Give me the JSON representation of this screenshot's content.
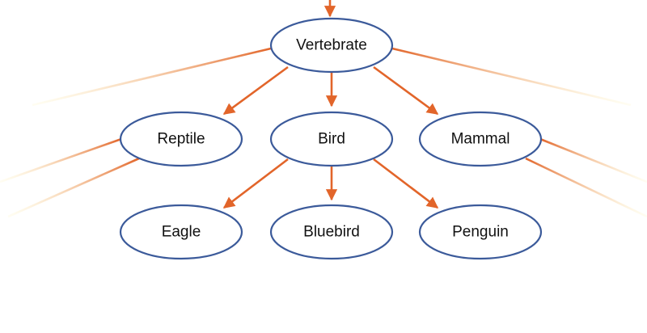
{
  "diagram": {
    "type": "tree",
    "colors": {
      "node_stroke": "#3b5a9a",
      "node_fill": "#ffffff",
      "edge": "#e2652a",
      "fade_end": "#fff6c0"
    },
    "nodes": {
      "vertebrate": {
        "label": "Vertebrate"
      },
      "reptile": {
        "label": "Reptile"
      },
      "bird": {
        "label": "Bird"
      },
      "mammal": {
        "label": "Mammal"
      },
      "eagle": {
        "label": "Eagle"
      },
      "bluebird": {
        "label": "Bluebird"
      },
      "penguin": {
        "label": "Penguin"
      }
    },
    "edges": [
      {
        "from": "vertebrate",
        "to": "reptile"
      },
      {
        "from": "vertebrate",
        "to": "bird"
      },
      {
        "from": "vertebrate",
        "to": "mammal"
      },
      {
        "from": "bird",
        "to": "eagle"
      },
      {
        "from": "bird",
        "to": "bluebird"
      },
      {
        "from": "bird",
        "to": "penguin"
      }
    ]
  }
}
